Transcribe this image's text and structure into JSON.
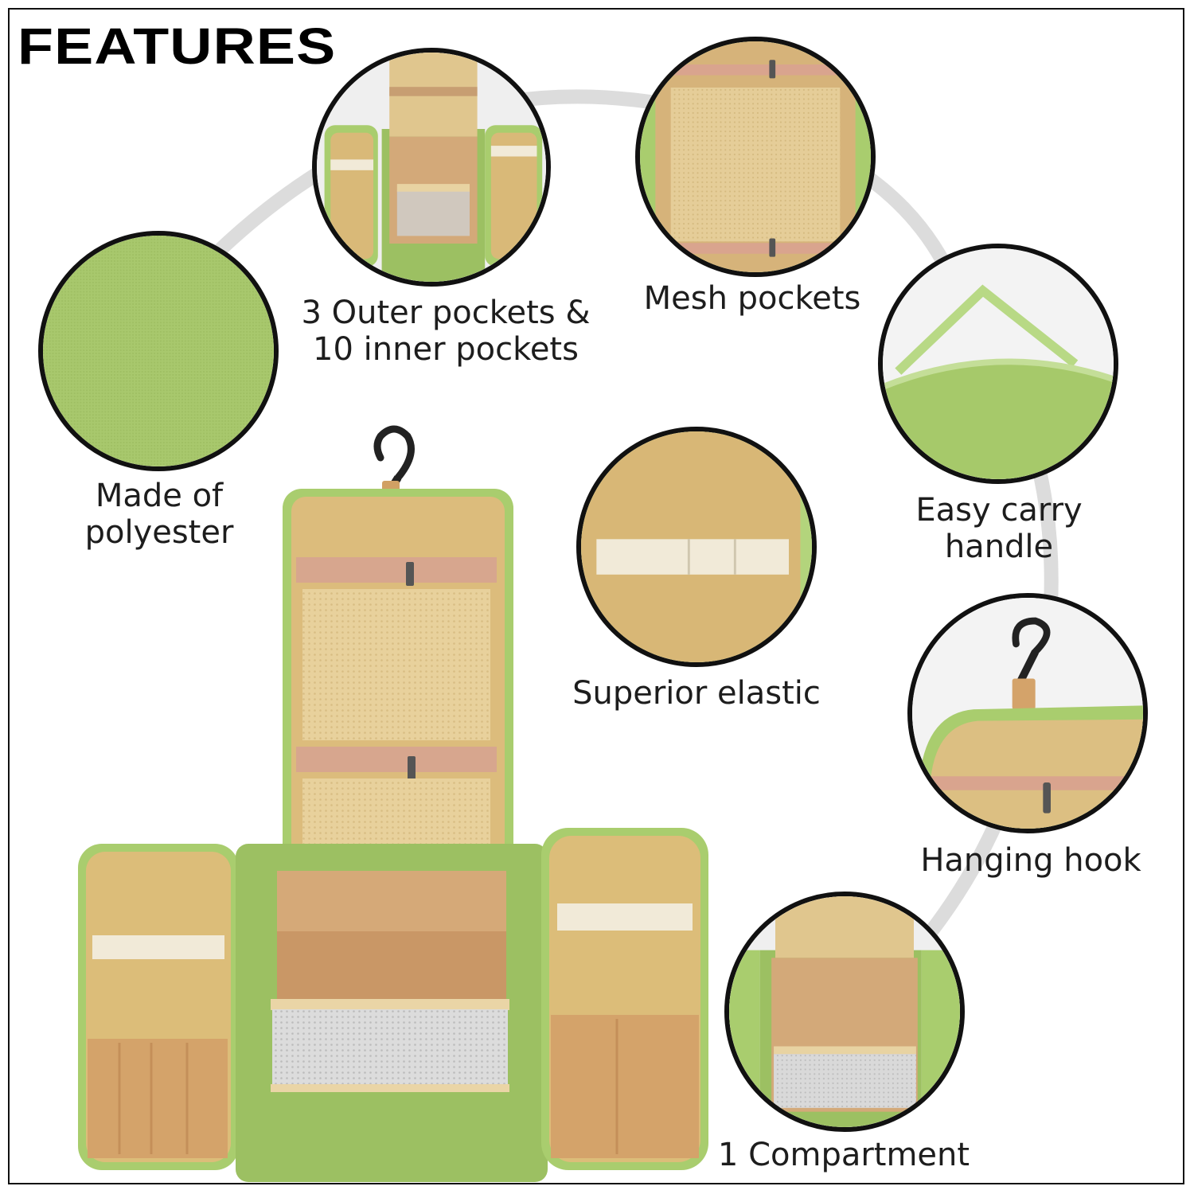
{
  "heading": "FEATURES",
  "features": {
    "pockets": {
      "line1": "3 Outer pockets &",
      "line2": "10 inner pockets"
    },
    "mesh": "Mesh pockets",
    "polyester": {
      "line1": "Made of",
      "line2": "polyester"
    },
    "handle": {
      "line1": "Easy carry",
      "line2": "handle"
    },
    "elastic": "Superior elastic",
    "hook": "Hanging hook",
    "compartment": "1 Compartment"
  },
  "colors": {
    "fabric_green": "#a9cd6e",
    "lining_tan": "#d7b778",
    "lining_light": "#e6cf98",
    "elastic_cream": "#f1ead8",
    "border": "#111111",
    "arc_gray": "#d9d9d9"
  },
  "icons": [
    "hanging-hook-icon",
    "zipper-pull-icon"
  ]
}
